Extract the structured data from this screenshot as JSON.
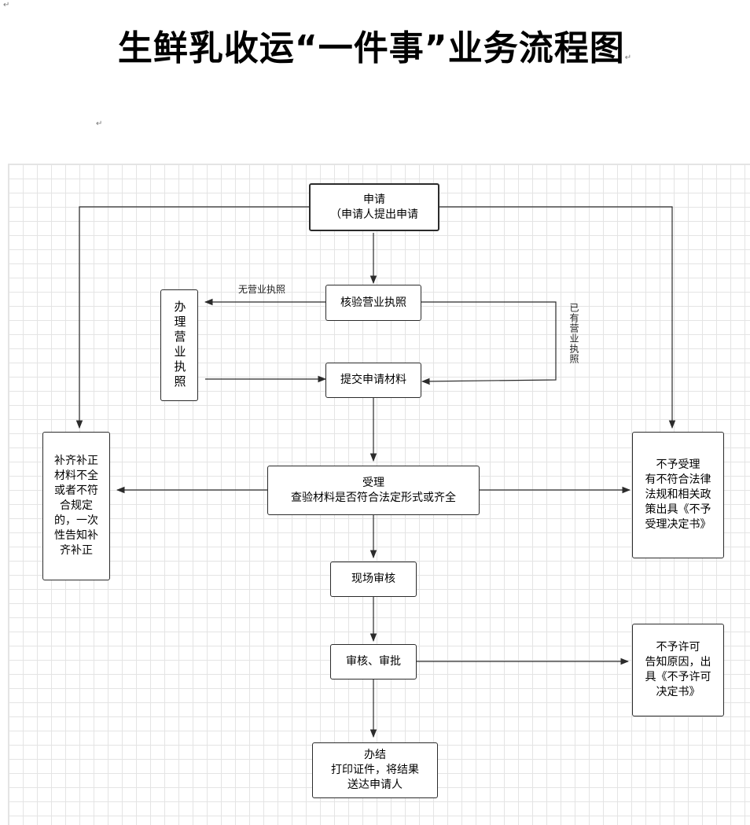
{
  "title": "生鲜乳收运“一件事”业务流程图",
  "edit_mark": "↵",
  "nodes": {
    "apply": [
      "申请",
      "（申请人提出申请"
    ],
    "verify_license": [
      "核验营业执照"
    ],
    "obtain_license": "办理营业执照",
    "submit_materials": [
      "提交申请材料"
    ],
    "accept": [
      "受理",
      "查验材料是否符合法定形式或齐全"
    ],
    "supplement": [
      "补齐补正",
      "材料不全",
      "或者不符",
      "合规定",
      "的，一次",
      "性告知补",
      "齐补正"
    ],
    "reject": [
      "不予受理",
      "有不符合法律",
      "法规和相关政",
      "策出具《不予",
      "受理决定书》"
    ],
    "onsite": [
      "现场审核"
    ],
    "review": [
      "审核、审批"
    ],
    "deny": [
      "不予许可",
      "告知原因，出",
      "具《不予许可",
      "决定书》"
    ],
    "complete": [
      "办结",
      "打印证件，将结果",
      "送达申请人"
    ]
  },
  "edge_labels": {
    "no_license": "无营业执照",
    "has_license": "已有营业执照"
  }
}
